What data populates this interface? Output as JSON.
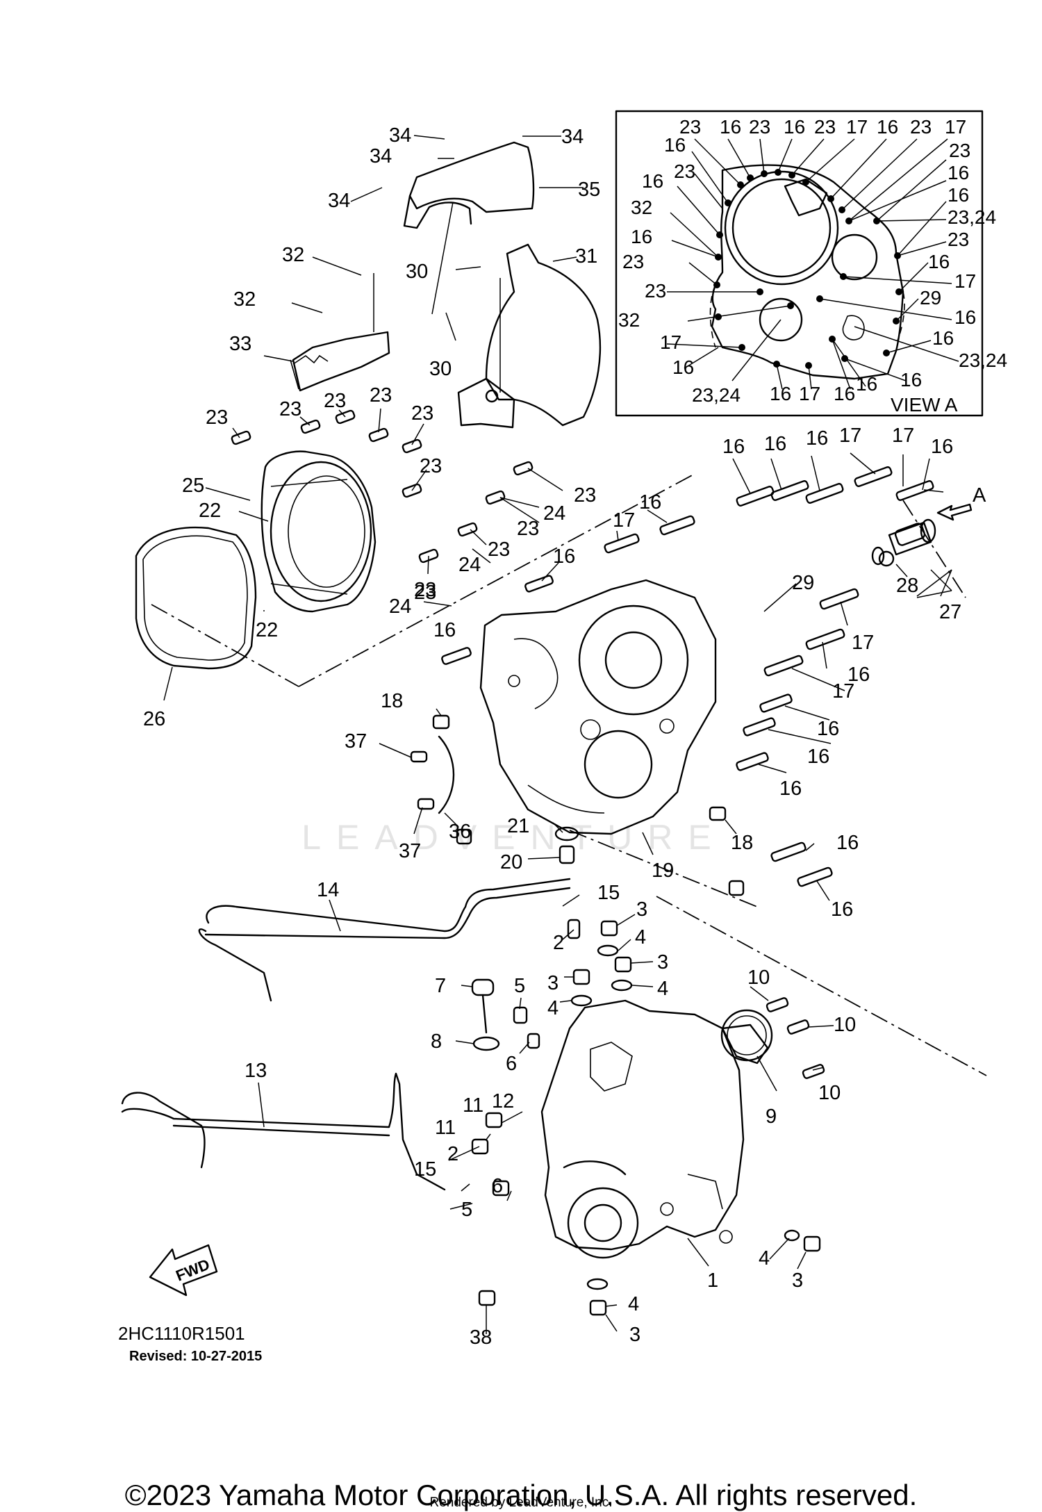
{
  "drawing": {
    "code": "2HC1110R1501",
    "revised": "Revised: 10-27-2015",
    "fwd_label": "FWD",
    "view_a_title": "VIEW A",
    "view_a_arrow": "A",
    "watermark": "LEADVENTURE"
  },
  "copyright": "©2023 Yamaha Motor Corporation, U.S.A. All rights reserved.",
  "rendered_by": "Rendered by LeadVenture, Inc.",
  "callouts": [
    {
      "id": "c34a",
      "text": "34"
    },
    {
      "id": "c34b",
      "text": "34"
    },
    {
      "id": "c34c",
      "text": "34"
    },
    {
      "id": "c34d",
      "text": "34"
    },
    {
      "id": "c35",
      "text": "35"
    },
    {
      "id": "c31",
      "text": "31"
    },
    {
      "id": "c32a",
      "text": "32"
    },
    {
      "id": "c32b",
      "text": "32"
    },
    {
      "id": "c30a",
      "text": "30"
    },
    {
      "id": "c30b",
      "text": "30"
    },
    {
      "id": "c33",
      "text": "33"
    },
    {
      "id": "c23a",
      "text": "23"
    },
    {
      "id": "c23b",
      "text": "23"
    },
    {
      "id": "c23c",
      "text": "23"
    },
    {
      "id": "c23d",
      "text": "23"
    },
    {
      "id": "c23e",
      "text": "23"
    },
    {
      "id": "c23f",
      "text": "23"
    },
    {
      "id": "c23g",
      "text": "23"
    },
    {
      "id": "c23h",
      "text": "23"
    },
    {
      "id": "c23i",
      "text": "23"
    },
    {
      "id": "c23j",
      "text": "23"
    },
    {
      "id": "c23k",
      "text": "23"
    },
    {
      "id": "c25",
      "text": "25"
    },
    {
      "id": "c22a",
      "text": "22"
    },
    {
      "id": "c22b",
      "text": "22"
    },
    {
      "id": "c26",
      "text": "26"
    },
    {
      "id": "c24a",
      "text": "24"
    },
    {
      "id": "c24b",
      "text": "24"
    },
    {
      "id": "c24c",
      "text": "24"
    },
    {
      "id": "c16a",
      "text": "16"
    },
    {
      "id": "c16b",
      "text": "16"
    },
    {
      "id": "c16c",
      "text": "16"
    },
    {
      "id": "c16d",
      "text": "16"
    },
    {
      "id": "c16e",
      "text": "16"
    },
    {
      "id": "c16f",
      "text": "16"
    },
    {
      "id": "c16g",
      "text": "16"
    },
    {
      "id": "c16h",
      "text": "16"
    },
    {
      "id": "c16i",
      "text": "16"
    },
    {
      "id": "c16j",
      "text": "16"
    },
    {
      "id": "c16k",
      "text": "16"
    },
    {
      "id": "c16l",
      "text": "16"
    },
    {
      "id": "c16m",
      "text": "16"
    },
    {
      "id": "c17a",
      "text": "17"
    },
    {
      "id": "c17b",
      "text": "17"
    },
    {
      "id": "c17c",
      "text": "17"
    },
    {
      "id": "c17d",
      "text": "17"
    },
    {
      "id": "c17e",
      "text": "17"
    },
    {
      "id": "cA",
      "text": "A"
    },
    {
      "id": "c28",
      "text": "28"
    },
    {
      "id": "c27",
      "text": "27"
    },
    {
      "id": "c29",
      "text": "29"
    },
    {
      "id": "c18a",
      "text": "18"
    },
    {
      "id": "c18b",
      "text": "18"
    },
    {
      "id": "c37a",
      "text": "37"
    },
    {
      "id": "c37b",
      "text": "37"
    },
    {
      "id": "c36",
      "text": "36"
    },
    {
      "id": "c21",
      "text": "21"
    },
    {
      "id": "c20",
      "text": "20"
    },
    {
      "id": "c19",
      "text": "19"
    },
    {
      "id": "c14",
      "text": "14"
    },
    {
      "id": "c15a",
      "text": "15"
    },
    {
      "id": "c15b",
      "text": "15"
    },
    {
      "id": "c3a",
      "text": "3"
    },
    {
      "id": "c3b",
      "text": "3"
    },
    {
      "id": "c3c",
      "text": "3"
    },
    {
      "id": "c3d",
      "text": "3"
    },
    {
      "id": "c3e",
      "text": "3"
    },
    {
      "id": "c4a",
      "text": "4"
    },
    {
      "id": "c4b",
      "text": "4"
    },
    {
      "id": "c4c",
      "text": "4"
    },
    {
      "id": "c4d",
      "text": "4"
    },
    {
      "id": "c4e",
      "text": "4"
    },
    {
      "id": "c2a",
      "text": "2"
    },
    {
      "id": "c2b",
      "text": "2"
    },
    {
      "id": "c7",
      "text": "7"
    },
    {
      "id": "c5a",
      "text": "5"
    },
    {
      "id": "c5b",
      "text": "5"
    },
    {
      "id": "c8",
      "text": "8"
    },
    {
      "id": "c6a",
      "text": "6"
    },
    {
      "id": "c6b",
      "text": "6"
    },
    {
      "id": "c10a",
      "text": "10"
    },
    {
      "id": "c10b",
      "text": "10"
    },
    {
      "id": "c10c",
      "text": "10"
    },
    {
      "id": "c9",
      "text": "9"
    },
    {
      "id": "c13",
      "text": "13"
    },
    {
      "id": "c12",
      "text": "12"
    },
    {
      "id": "c11a",
      "text": "11"
    },
    {
      "id": "c11b",
      "text": "11"
    },
    {
      "id": "c1",
      "text": "1"
    },
    {
      "id": "c38",
      "text": "38"
    }
  ],
  "view_a_callouts": [
    {
      "id": "v23a",
      "text": "23"
    },
    {
      "id": "v16a",
      "text": "16"
    },
    {
      "id": "v23b",
      "text": "23"
    },
    {
      "id": "v16b",
      "text": "16"
    },
    {
      "id": "v23c",
      "text": "23"
    },
    {
      "id": "v17a",
      "text": "17"
    },
    {
      "id": "v16c",
      "text": "16"
    },
    {
      "id": "v23d",
      "text": "23"
    },
    {
      "id": "v17b",
      "text": "17"
    },
    {
      "id": "v16d",
      "text": "16"
    },
    {
      "id": "v23e",
      "text": "23"
    },
    {
      "id": "v16e",
      "text": "16"
    },
    {
      "id": "v32a",
      "text": "32"
    },
    {
      "id": "v16f",
      "text": "16"
    },
    {
      "id": "v23f",
      "text": "23"
    },
    {
      "id": "v23g",
      "text": "23"
    },
    {
      "id": "v32b",
      "text": "32"
    },
    {
      "id": "v17c",
      "text": "17"
    },
    {
      "id": "v16g",
      "text": "16"
    },
    {
      "id": "v2324a",
      "text": "23,24"
    },
    {
      "id": "v23h",
      "text": "23"
    },
    {
      "id": "v16h",
      "text": "16"
    },
    {
      "id": "v16i",
      "text": "16"
    },
    {
      "id": "v2324b",
      "text": "23,24"
    },
    {
      "id": "v23i",
      "text": "23"
    },
    {
      "id": "v16j",
      "text": "16"
    },
    {
      "id": "v17d",
      "text": "17"
    },
    {
      "id": "v29",
      "text": "29"
    },
    {
      "id": "v16k",
      "text": "16"
    },
    {
      "id": "v16l",
      "text": "16"
    },
    {
      "id": "v2324c",
      "text": "23,24"
    },
    {
      "id": "v16m",
      "text": "16"
    },
    {
      "id": "v16n",
      "text": "16"
    },
    {
      "id": "v16o",
      "text": "16"
    },
    {
      "id": "v17e",
      "text": "17"
    },
    {
      "id": "v16p",
      "text": "16"
    }
  ]
}
